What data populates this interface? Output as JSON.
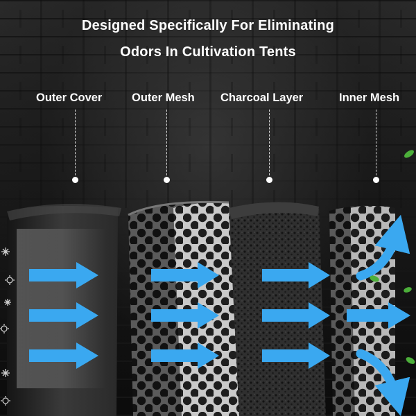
{
  "headline": {
    "line1": "Designed Specifically For Eliminating",
    "line2": "Odors In Cultivation Tents"
  },
  "layers": [
    {
      "label": "Outer Cover"
    },
    {
      "label": "Outer Mesh"
    },
    {
      "label": "Charcoal Layer"
    },
    {
      "label": "Inner Mesh"
    }
  ],
  "icons": [
    "snowflake-icon",
    "gear-sun-icon",
    "airflow-arrow-icon",
    "leaf-icon"
  ],
  "colors": {
    "arrow": "#3aa8f0",
    "leaf": "#4caf3a",
    "text": "#ffffff"
  }
}
